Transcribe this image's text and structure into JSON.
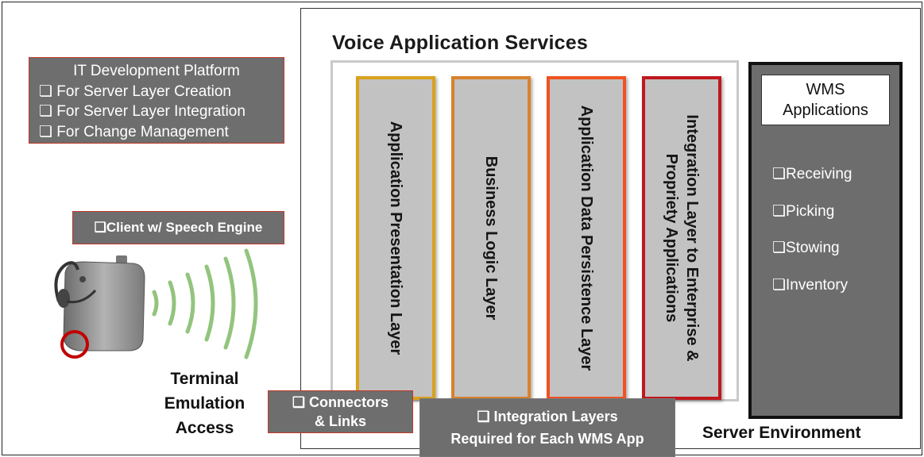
{
  "it_platform": {
    "title": "IT Development Platform",
    "items": [
      "❏ For Server Layer Creation",
      "❏ For Server Layer Integration",
      "❏ For Change Management"
    ]
  },
  "client": {
    "label": "❏Client w/ Speech Engine"
  },
  "terminal": {
    "line1": "Terminal",
    "line2": "Emulation",
    "line3": "Access"
  },
  "connectors": {
    "line1": "❏ Connectors",
    "line2": "& Links"
  },
  "integration_layers": {
    "line1": "❏ Integration Layers",
    "line2": "Required for Each WMS App"
  },
  "voice_services": {
    "title": "Voice Application  Services",
    "layers": [
      {
        "lines": [
          "Application Presentation Layer"
        ],
        "border": "#d9a21b"
      },
      {
        "lines": [
          "Business Logic Layer"
        ],
        "border": "#d9822b"
      },
      {
        "lines": [
          "Application Data Persistence Layer"
        ],
        "border": "#ef5322"
      },
      {
        "lines": [
          "Integration Layer to Enterprise &",
          "Propriety Applications"
        ],
        "border": "#c0181d"
      }
    ]
  },
  "wms": {
    "title_line1": "WMS",
    "title_line2": "Applications",
    "items": [
      "❏Receiving",
      "❏Picking",
      "❏Stowing",
      "❏Inventory"
    ]
  },
  "server_environment": "Server Environment",
  "colors": {
    "wave": "#93c47d",
    "device_ring": "#c00000",
    "box_fill": "#6e6e6e"
  },
  "icons": {
    "device": "voice-terminal-device-icon",
    "signal": "wireless-signal-icon",
    "headset": "headset-icon"
  }
}
